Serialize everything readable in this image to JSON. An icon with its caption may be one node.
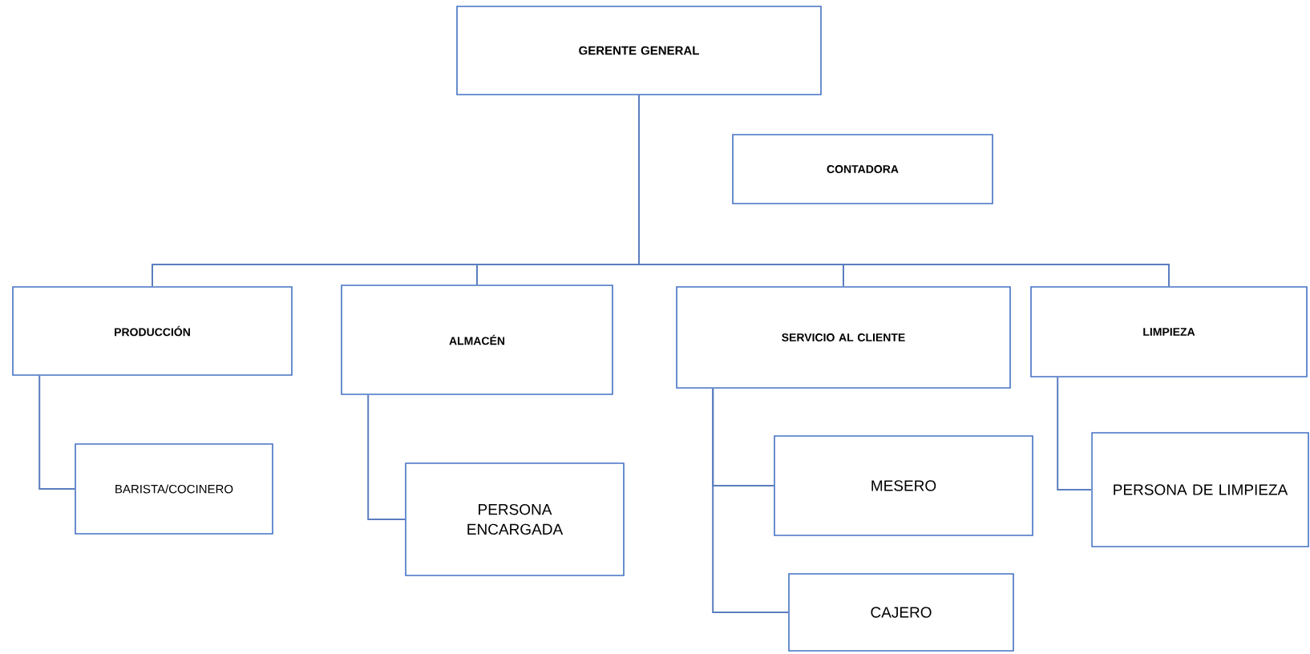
{
  "diagram": {
    "nodes": [
      {
        "text": [
          "GERENTE  GENERAL"
        ]
      },
      {
        "text": [
          "CONTADORA"
        ]
      },
      {
        "text": [
          "PRODUCCIÓN"
        ]
      },
      {
        "text": [
          "ALMACÉN"
        ]
      },
      {
        "text": [
          "SERVICIO AL CLIENTE"
        ]
      },
      {
        "text": [
          "LIMPIEZA"
        ]
      },
      {
        "text": [
          "BARISTA/COCINERO"
        ]
      },
      {
        "text": [
          "PERSONA ENCARGADA"
        ]
      },
      {
        "text": [
          "MESERO"
        ]
      },
      {
        "text": [
          "CAJERO"
        ]
      },
      {
        "text": [
          "PERSONA DE LIMPIEZA"
        ]
      }
    ],
    "edges": [
      {
        "from": 0,
        "to": 2,
        "arrow": "none"
      },
      {
        "from": 0,
        "to": 3,
        "arrow": "none"
      },
      {
        "from": 0,
        "to": 4,
        "arrow": "none"
      },
      {
        "from": 0,
        "to": 5,
        "arrow": "none"
      },
      {
        "from": 2,
        "to": 6,
        "arrow": "none"
      },
      {
        "from": 3,
        "to": 7,
        "arrow": "none"
      },
      {
        "from": 4,
        "to": 8,
        "arrow": "none"
      },
      {
        "from": 4,
        "to": 9,
        "arrow": "none"
      },
      {
        "from": 5,
        "to": 10,
        "arrow": "none"
      }
    ]
  }
}
